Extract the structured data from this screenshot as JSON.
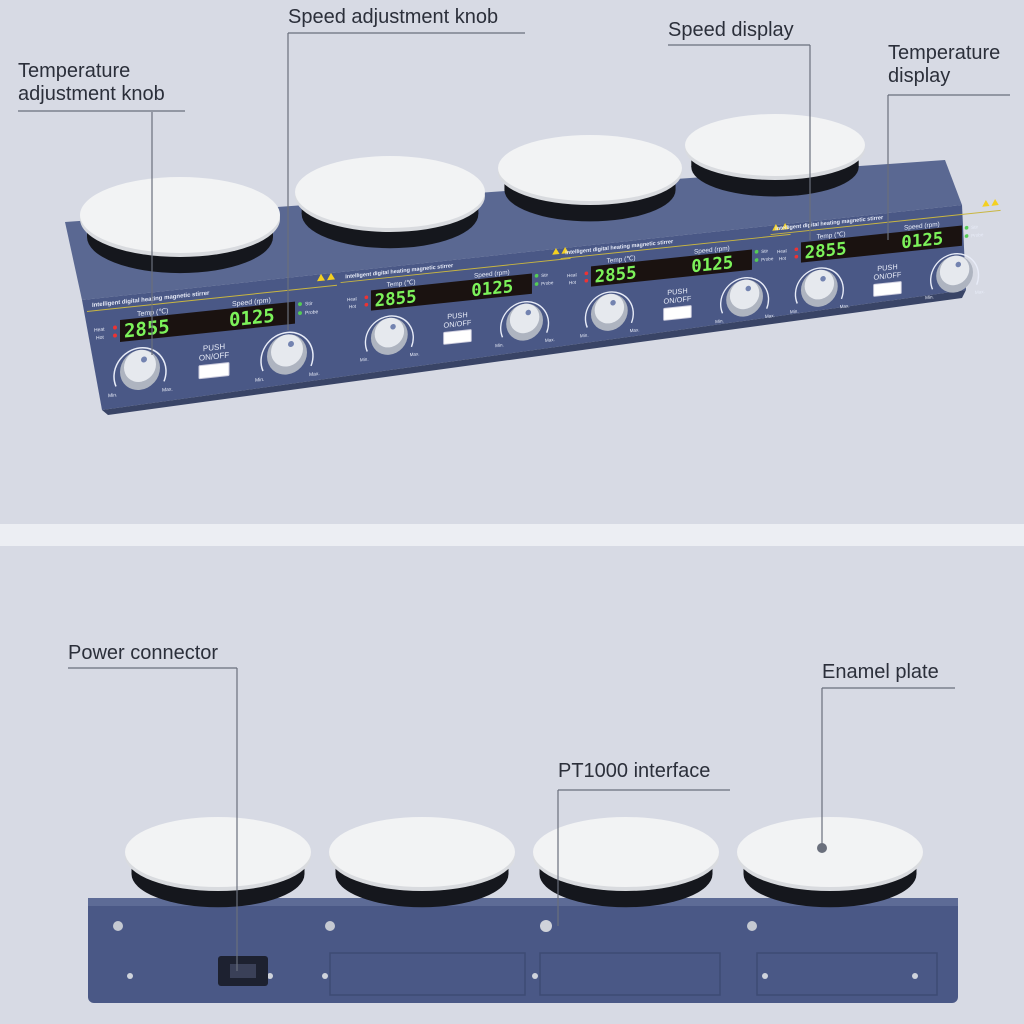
{
  "labels": {
    "temp_knob": [
      "Temperature",
      "adjustment knob"
    ],
    "speed_knob": "Speed adjustment knob",
    "speed_display": "Speed display",
    "temp_display": [
      "Temperature",
      "display"
    ],
    "power_connector": "Power connector",
    "enamel_plate": "Enamel plate",
    "pt1000": "PT1000 interface"
  },
  "module": {
    "title": "Intelligent digital heating magnetic stirrer",
    "temp_header": "Temp (℃)",
    "speed_header": "Speed (rpm)",
    "temp_value": "2855",
    "speed_value": "0125",
    "push": [
      "PUSH",
      "ON/OFF"
    ],
    "heat": "Heat",
    "hot": "Hot",
    "stir": "Stir",
    "probe": "Probe",
    "min": "Min.",
    "max": "Max."
  },
  "colors": {
    "body": "#4a5886",
    "display_green": "#7cf25a",
    "background": "#d7dae4"
  }
}
